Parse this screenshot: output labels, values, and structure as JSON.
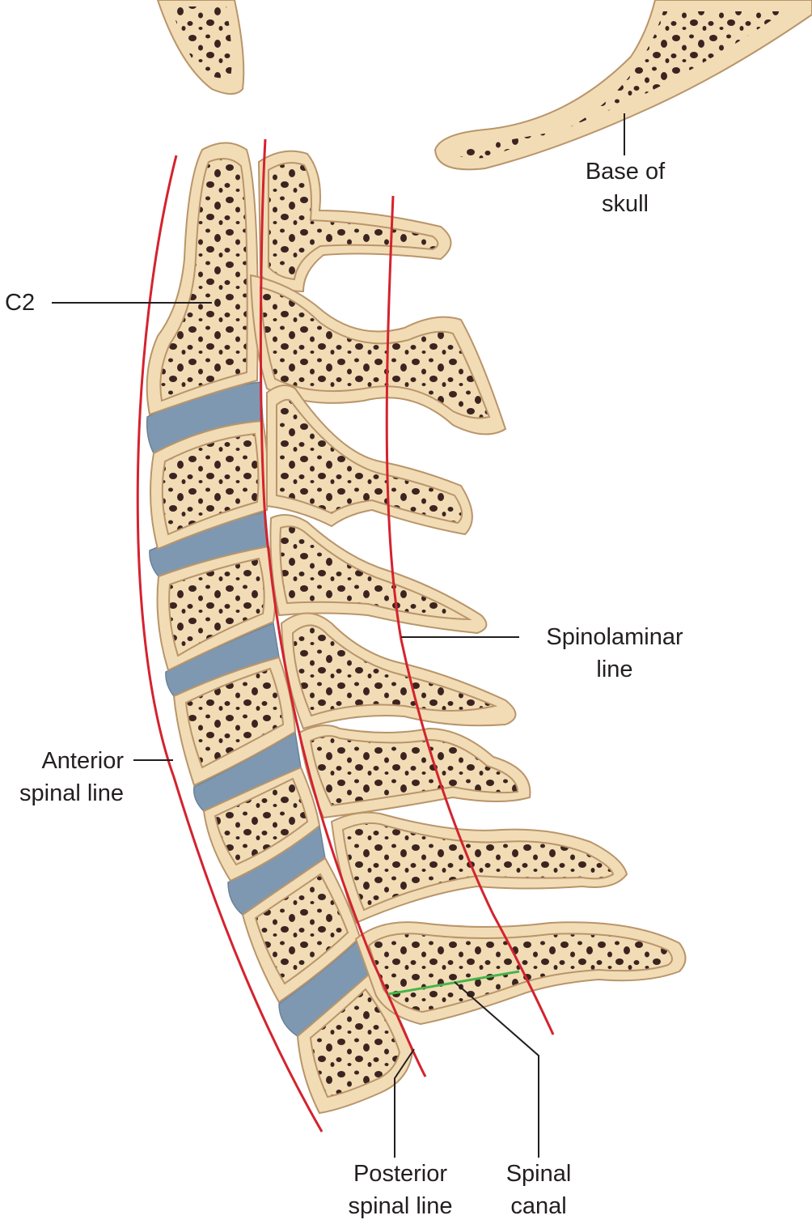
{
  "labels": {
    "base_of_skull": [
      "Base of",
      "skull"
    ],
    "c2": "C2",
    "spinolaminar_line": [
      "Spinolaminar",
      "line"
    ],
    "anterior_spinal_line": [
      "Anterior",
      "spinal line"
    ],
    "posterior_spinal_line": [
      "Posterior",
      "spinal line"
    ],
    "spinal_canal": [
      "Spinal",
      "canal"
    ]
  },
  "colors": {
    "bone_fill": "#f2dcb6",
    "bone_cortex": "#e4c08e",
    "bone_outline": "#b9956a",
    "marrow_pores": "#3b2420",
    "disc": "#7f98b1",
    "reference_lines": "#d4232e",
    "canal_measure": "#46b548",
    "leader_lines": "#231f20"
  }
}
